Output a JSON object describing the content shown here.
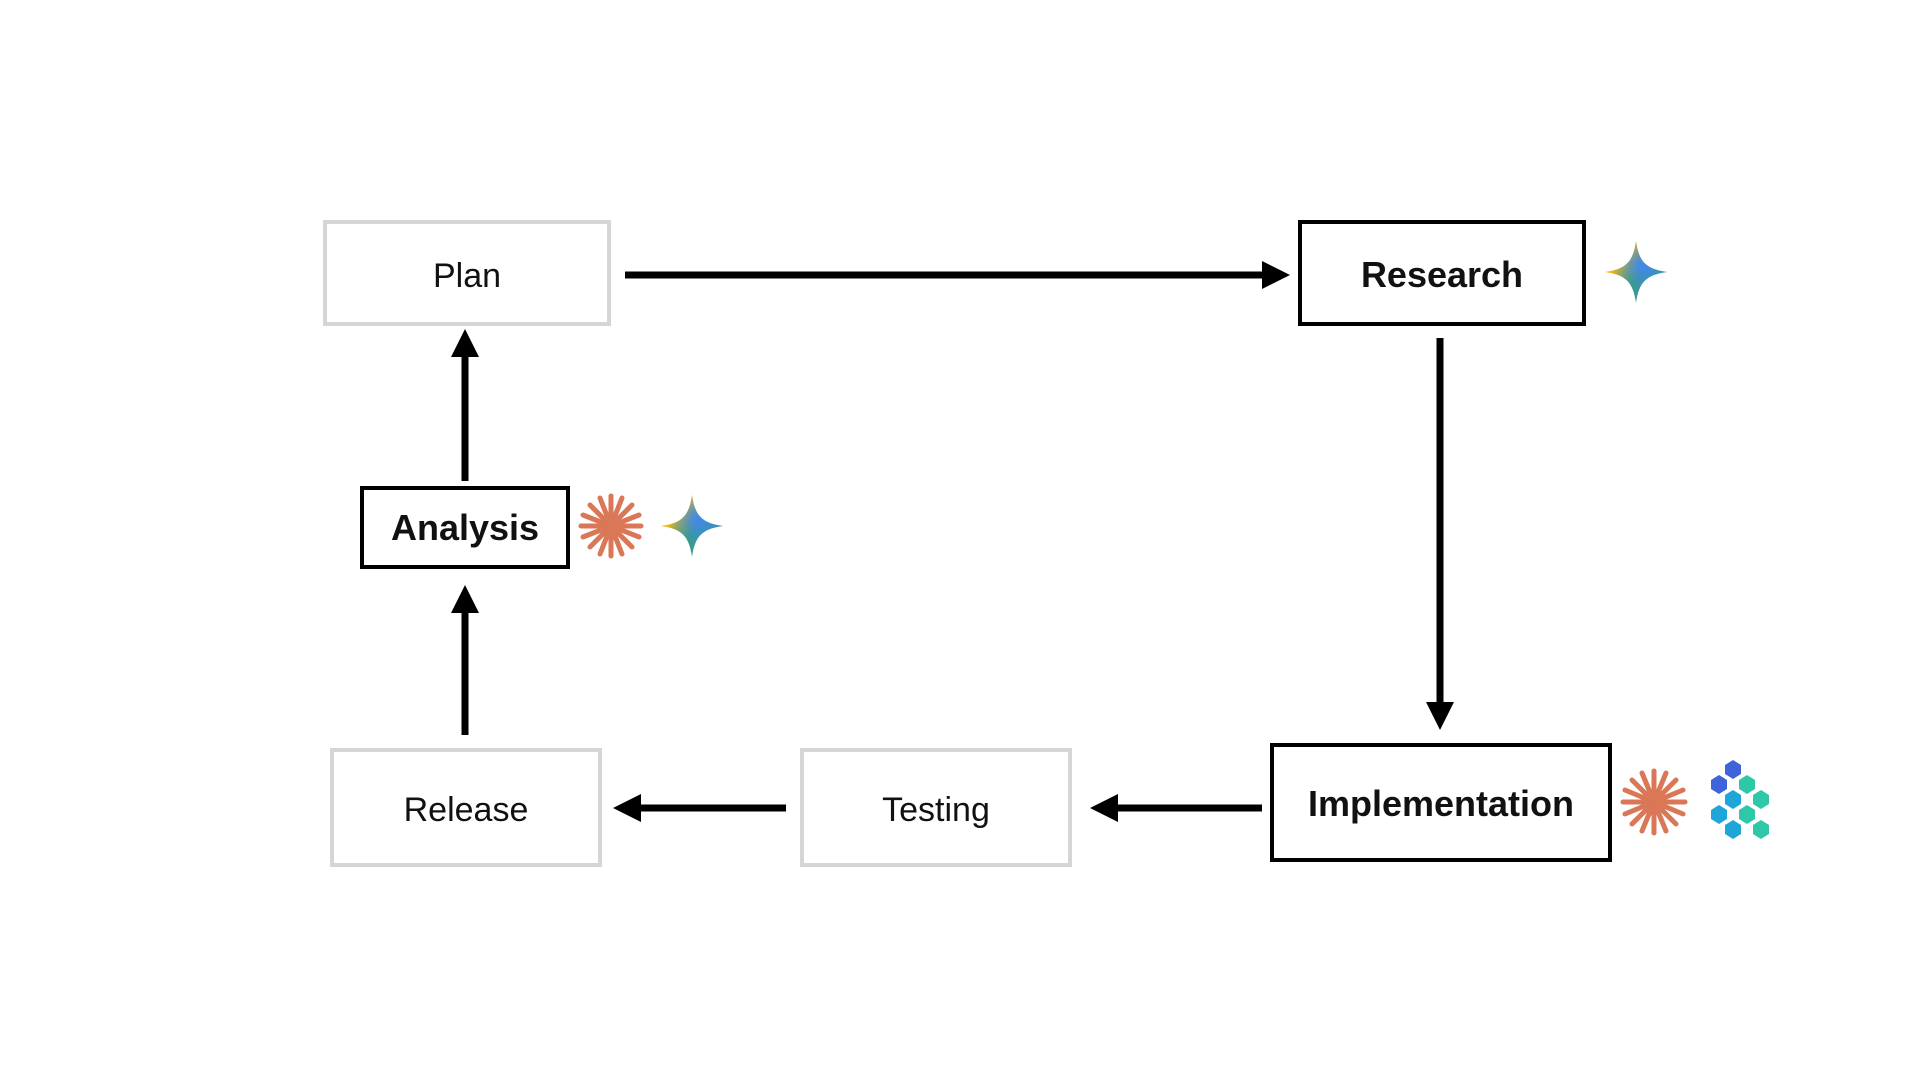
{
  "nodes": {
    "plan": {
      "label": "Plan",
      "state": "muted"
    },
    "research": {
      "label": "Research",
      "state": "active",
      "tools": [
        "gemini-sparkle-icon"
      ]
    },
    "implementation": {
      "label": "Implementation",
      "state": "active",
      "tools": [
        "claude-starburst-icon",
        "hexagon-cluster-icon"
      ]
    },
    "testing": {
      "label": "Testing",
      "state": "muted"
    },
    "release": {
      "label": "Release",
      "state": "muted"
    },
    "analysis": {
      "label": "Analysis",
      "state": "active",
      "tools": [
        "claude-starburst-icon",
        "gemini-sparkle-icon"
      ]
    }
  },
  "edges": [
    {
      "from": "plan",
      "to": "research"
    },
    {
      "from": "research",
      "to": "implementation"
    },
    {
      "from": "implementation",
      "to": "testing"
    },
    {
      "from": "testing",
      "to": "release"
    },
    {
      "from": "release",
      "to": "analysis"
    },
    {
      "from": "analysis",
      "to": "plan"
    }
  ],
  "colors": {
    "active_border": "#000000",
    "muted_border": "#d6d6d6",
    "arrow": "#000000",
    "starburst": "#d97757",
    "gemini": [
      "#4285f4",
      "#ea4335",
      "#fbbc04",
      "#34a853"
    ],
    "hexagon": [
      "#3f63d9",
      "#1fa6d8",
      "#2ec7a8"
    ]
  }
}
